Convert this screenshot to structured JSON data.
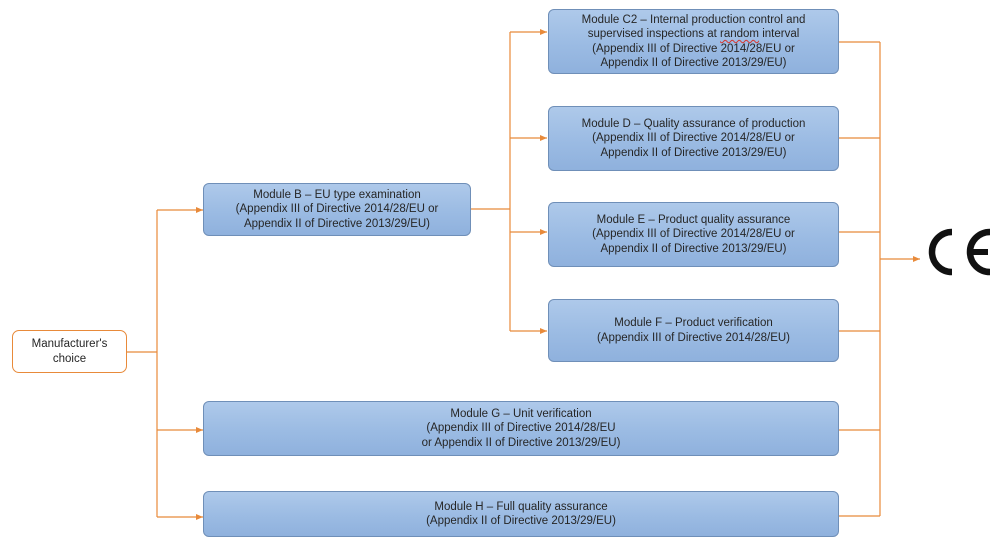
{
  "start": {
    "lines": [
      "Manufacturer's",
      "choice"
    ]
  },
  "modules": {
    "b": {
      "lines": [
        "Module B – EU type examination",
        "(Appendix III of Directive 2014/28/EU or",
        "Appendix II of Directive 2013/29/EU)"
      ]
    },
    "c2": {
      "lines": [
        "Module C2 – Internal production control and",
        "supervised inspections at ",
        "random",
        " interval",
        "(Appendix III of Directive 2014/28/EU or",
        "Appendix II of Directive 2013/29/EU)"
      ]
    },
    "d": {
      "lines": [
        "Module D – Quality assurance of production",
        "(Appendix III of Directive 2014/28/EU or",
        "Appendix II of Directive 2013/29/EU)"
      ]
    },
    "e": {
      "lines": [
        "Module E – Product quality assurance",
        "(Appendix III of Directive 2014/28/EU or",
        "Appendix II of Directive 2013/29/EU)"
      ]
    },
    "f": {
      "lines": [
        "Module F – Product verification",
        "(Appendix III of Directive 2014/28/EU)"
      ]
    },
    "g": {
      "lines": [
        "Module G – Unit verification",
        "(Appendix III of Directive 2014/28/EU",
        "or Appendix II of Directive 2013/29/EU)"
      ]
    },
    "h": {
      "lines": [
        "Module H – Full quality assurance",
        "(Appendix II of Directive 2013/29/EU)"
      ]
    }
  },
  "ce_mark": {
    "label": "CE"
  },
  "colors": {
    "connector": "#e88a3a",
    "box_fill": "#9bbbe3",
    "box_border": "#6f8fb8",
    "text": "#262626"
  }
}
